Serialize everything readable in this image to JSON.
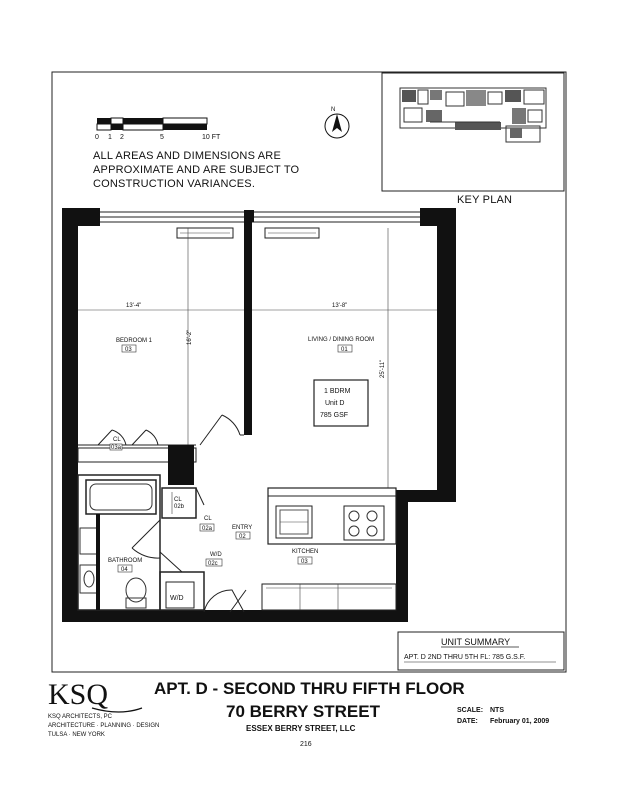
{
  "scale_bar": {
    "ticks": [
      "0",
      "1",
      "2",
      "5",
      "10 FT"
    ]
  },
  "note": {
    "line1": "ALL AREAS AND DIMENSIONS ARE",
    "line2": "APPROXIMATE AND ARE SUBJECT TO",
    "line3": "CONSTRUCTION VARIANCES."
  },
  "key_plan": {
    "label": "KEY PLAN"
  },
  "rooms": {
    "bedroom": {
      "name": "BEDROOM 1",
      "code": "03",
      "dim_width": "13'-4\"",
      "dim_depth": "16'-2\""
    },
    "living": {
      "name": "LIVING / DINING ROOM",
      "code": "01",
      "dim_width": "13'-8\"",
      "dim_depth": "25'-11\""
    },
    "closet_bed": {
      "name": "CL",
      "code": "03a"
    },
    "closet_entry": {
      "name": "CL",
      "code": "02b"
    },
    "closet_hall": {
      "name": "CL",
      "code": "02a"
    },
    "entry": {
      "name": "ENTRY",
      "code": "02"
    },
    "wd": {
      "name": "W/D",
      "code": "02c",
      "box": "W/D"
    },
    "bathroom": {
      "name": "BATHROOM",
      "code": "04"
    },
    "kitchen": {
      "name": "KITCHEN",
      "code": "03"
    }
  },
  "unit_box": {
    "line1": "1 BDRM",
    "line2": "Unit D",
    "line3": "785 GSF"
  },
  "unit_summary": {
    "heading": "UNIT SUMMARY",
    "row": "APT. D 2ND THRU 5TH FL: 785 G.S.F."
  },
  "title_block": {
    "title": "APT. D - SECOND THRU FIFTH FLOOR",
    "address": "70 BERRY STREET",
    "owner": "ESSEX BERRY STREET, LLC",
    "scale_label": "SCALE:",
    "scale_value": "NTS",
    "date_label": "DATE:",
    "date_value": "February 01, 2009",
    "page_number": "216"
  },
  "firm": {
    "logo": "KSQ",
    "line1": "KSQ ARCHITECTS, PC",
    "line2": "ARCHITECTURE · PLANNING · DESIGN",
    "line3": "TULSA · NEW YORK"
  },
  "compass": {
    "label": "N"
  }
}
